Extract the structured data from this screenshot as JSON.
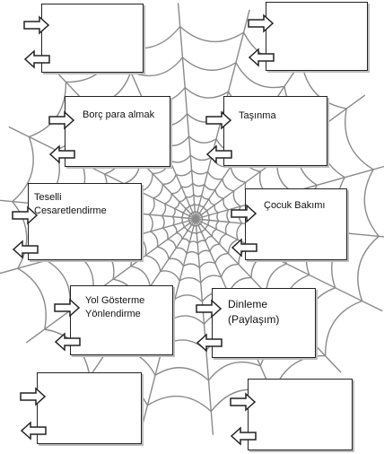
{
  "boxes": [
    {
      "id": "top-left",
      "label": ""
    },
    {
      "id": "top-right",
      "label": ""
    },
    {
      "id": "borc",
      "label": "Borç para almak"
    },
    {
      "id": "tasinma",
      "label": "Taşınma"
    },
    {
      "id": "teselli",
      "label": "Teselli\nCesaretlendirme"
    },
    {
      "id": "cocuk",
      "label": "Çocuk Bakımı"
    },
    {
      "id": "yol",
      "label": "Yol Gösterme\nYönlendirme"
    },
    {
      "id": "dinleme",
      "label": "Dinleme\n(Paylaşım)"
    },
    {
      "id": "bottom-left",
      "label": ""
    },
    {
      "id": "bottom-right",
      "label": ""
    }
  ],
  "colors": {
    "web": "#8a8a8a",
    "box_border": "#222222",
    "arrow": "#222222"
  }
}
